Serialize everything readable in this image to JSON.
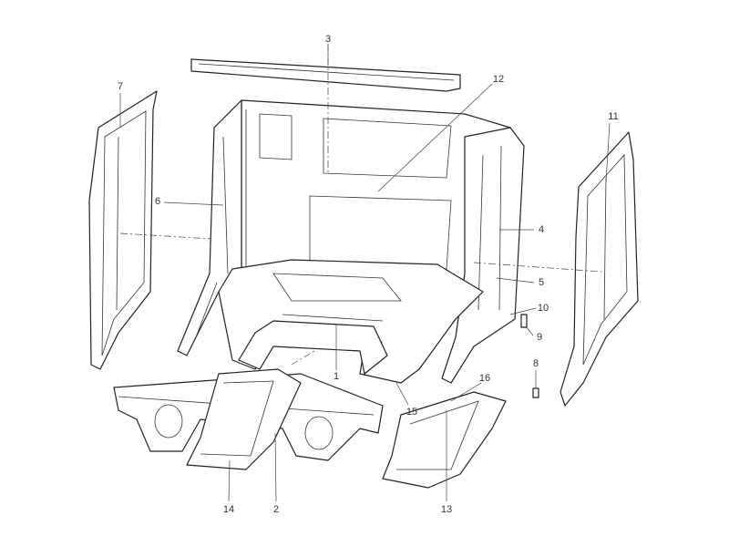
{
  "diagram": {
    "callouts": [
      {
        "id": "3",
        "text": "3"
      },
      {
        "id": "7",
        "text": "7"
      },
      {
        "id": "12",
        "text": "12"
      },
      {
        "id": "11",
        "text": "11"
      },
      {
        "id": "6",
        "text": "6"
      },
      {
        "id": "4",
        "text": "4"
      },
      {
        "id": "5",
        "text": "5"
      },
      {
        "id": "10",
        "text": "10"
      },
      {
        "id": "9",
        "text": "9"
      },
      {
        "id": "8",
        "text": "8"
      },
      {
        "id": "1",
        "text": "1"
      },
      {
        "id": "16",
        "text": "16"
      },
      {
        "id": "15",
        "text": "15"
      },
      {
        "id": "14",
        "text": "14"
      },
      {
        "id": "2",
        "text": "2"
      },
      {
        "id": "13",
        "text": "13"
      }
    ]
  }
}
